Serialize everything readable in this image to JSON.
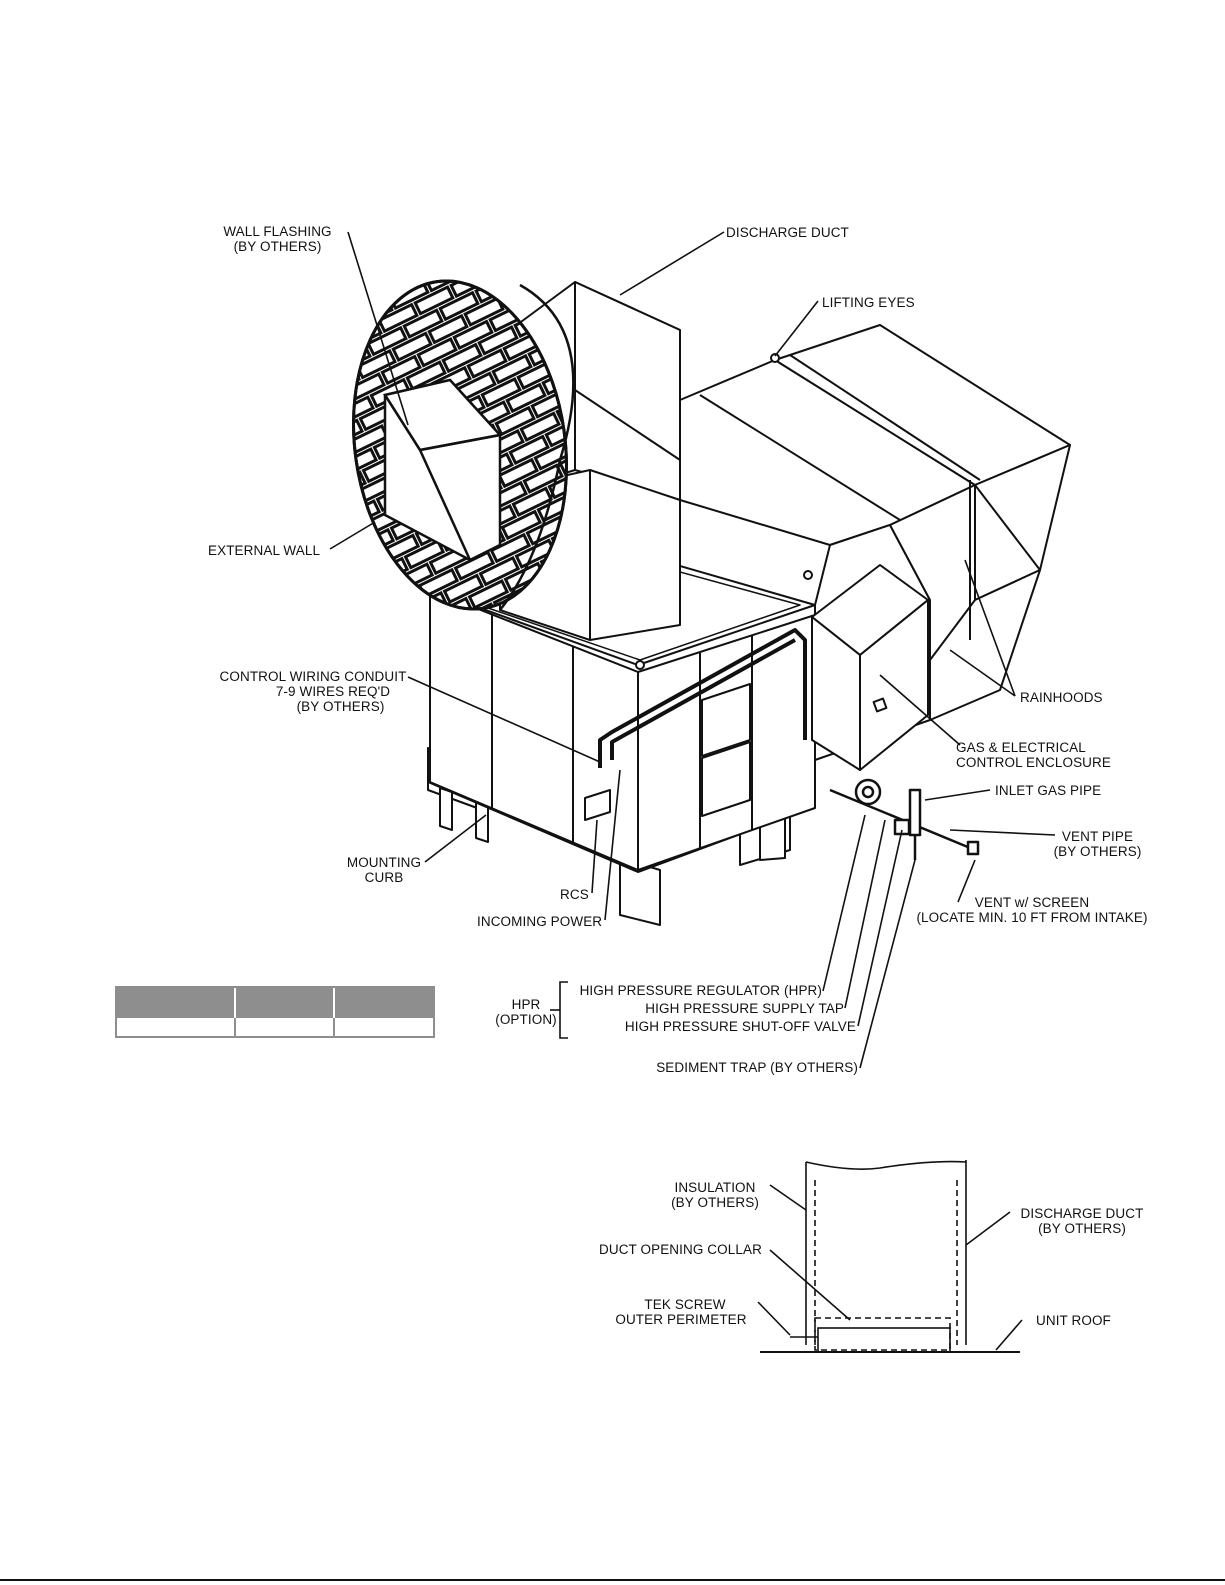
{
  "labels": {
    "wall_flashing": "WALL FLASHING",
    "wall_flashing_note": "(BY OTHERS)",
    "discharge_duct": "DISCHARGE DUCT",
    "lifting_eyes": "LIFTING EYES",
    "external_wall": "EXTERNAL WALL",
    "rainhoods": "RAINHOODS",
    "control_wiring_conduit": "CONTROL WIRING CONDUIT",
    "control_wiring_wires": "7-9 WIRES REQ'D",
    "control_wiring_note": "(BY OTHERS)",
    "gas_electrical_1": "GAS & ELECTRICAL",
    "gas_electrical_2": "CONTROL ENCLOSURE",
    "inlet_gas_pipe": "INLET GAS PIPE",
    "vent_pipe": "VENT PIPE",
    "vent_pipe_note": "(BY OTHERS)",
    "mounting_curb_1": "MOUNTING",
    "mounting_curb_2": "CURB",
    "rcs": "RCS",
    "incoming_power": "INCOMING POWER",
    "vent_screen": "VENT w/ SCREEN",
    "vent_screen_note": "(LOCATE MIN. 10 FT FROM INTAKE)",
    "hpr": "HPR",
    "hpr_option": "(OPTION)",
    "hpr_regulator": "HIGH PRESSURE REGULATOR (HPR)",
    "hpr_supply_tap": "HIGH PRESSURE SUPPLY TAP",
    "hpr_shutoff": "HIGH PRESSURE SHUT-OFF VALVE",
    "sediment_trap": "SEDIMENT TRAP (BY OTHERS)"
  },
  "detail_labels": {
    "insulation": "INSULATION",
    "insulation_note": "(BY OTHERS)",
    "discharge_duct": "DISCHARGE DUCT",
    "discharge_duct_note": "(BY OTHERS)",
    "duct_opening_collar": "DUCT OPENING COLLAR",
    "tek_screw_1": "TEK SCREW",
    "tek_screw_2": "OUTER PERIMETER",
    "unit_roof": "UNIT ROOF"
  },
  "colors": {
    "line": "#111111",
    "table_header": "#8e8e8e"
  }
}
